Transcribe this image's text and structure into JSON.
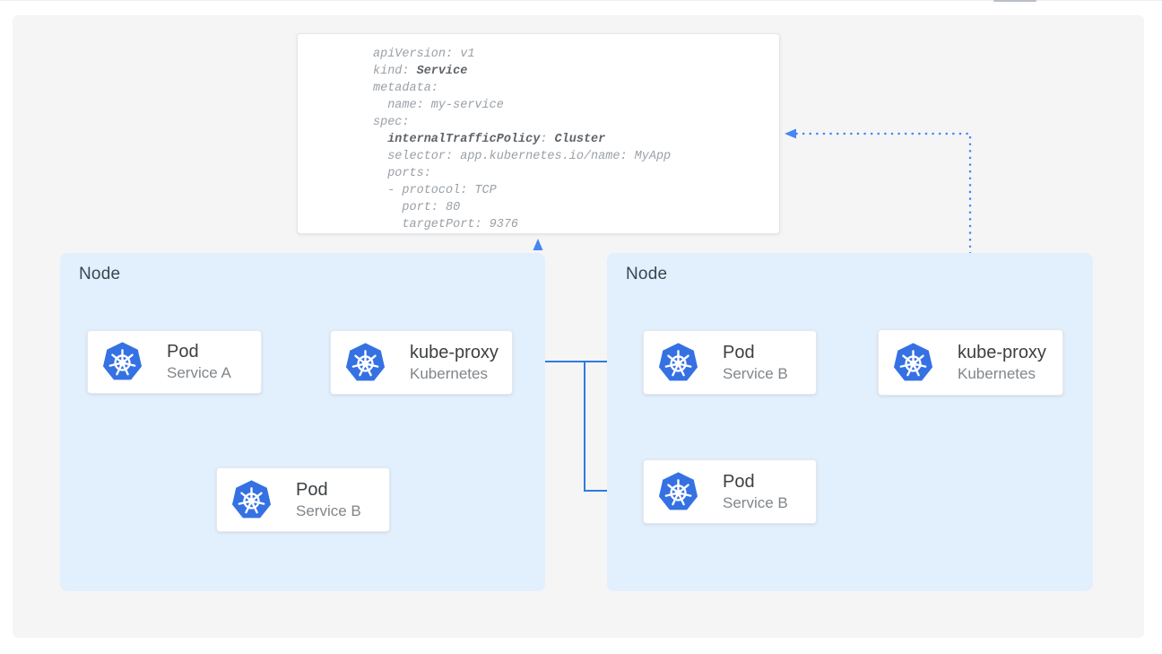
{
  "yaml_card": {
    "lines": [
      {
        "segments": [
          {
            "text": "apiVersion: v1",
            "bold": false
          }
        ]
      },
      {
        "segments": [
          {
            "text": "kind: ",
            "bold": false
          },
          {
            "text": "Service",
            "bold": true
          }
        ]
      },
      {
        "segments": [
          {
            "text": "metadata:",
            "bold": false
          }
        ]
      },
      {
        "segments": [
          {
            "text": "  name: my-service",
            "bold": false
          }
        ]
      },
      {
        "segments": [
          {
            "text": "spec:",
            "bold": false
          }
        ]
      },
      {
        "segments": [
          {
            "text": "  ",
            "bold": false
          },
          {
            "text": "internalTrafficPolicy",
            "bold": true
          },
          {
            "text": ": ",
            "bold": false
          },
          {
            "text": "Cluster",
            "bold": true
          }
        ]
      },
      {
        "segments": [
          {
            "text": "  selector: app.kubernetes.io/name: MyApp",
            "bold": false
          }
        ]
      },
      {
        "segments": [
          {
            "text": "  ports:",
            "bold": false
          }
        ]
      },
      {
        "segments": [
          {
            "text": "  - protocol: TCP",
            "bold": false
          }
        ]
      },
      {
        "segments": [
          {
            "text": "    port: 80",
            "bold": false
          }
        ]
      },
      {
        "segments": [
          {
            "text": "    targetPort: 9376",
            "bold": false
          }
        ]
      }
    ]
  },
  "nodes": {
    "left": {
      "label": "Node"
    },
    "right": {
      "label": "Node"
    }
  },
  "cards": [
    {
      "id": "pod-a",
      "title": "Pod",
      "subtitle": "Service A",
      "icon": "kubernetes-icon"
    },
    {
      "id": "kube-proxy-left",
      "title": "kube-proxy",
      "subtitle": "Kubernetes",
      "icon": "kubernetes-icon"
    },
    {
      "id": "pod-b-left",
      "title": "Pod",
      "subtitle": "Service B",
      "icon": "kubernetes-icon"
    },
    {
      "id": "pod-b-right-top",
      "title": "Pod",
      "subtitle": "Service B",
      "icon": "kubernetes-icon"
    },
    {
      "id": "kube-proxy-right",
      "title": "kube-proxy",
      "subtitle": "Kubernetes",
      "icon": "kubernetes-icon"
    },
    {
      "id": "pod-b-right-bot",
      "title": "Pod",
      "subtitle": "Service B",
      "icon": "kubernetes-icon"
    }
  ],
  "colors": {
    "canvas_bg": "#f5f5f6",
    "node_bg": "#e2f0fd",
    "node_label": "#37474f",
    "card_title": "#3c4043",
    "card_subtitle": "#80868b",
    "k8s_blue": "#3571e3",
    "arrow_solid": "#2e7ce0",
    "arrow_dotted": "#4486f4",
    "yaml_text": "#9aa0a6",
    "yaml_bold": "#5f6368"
  }
}
